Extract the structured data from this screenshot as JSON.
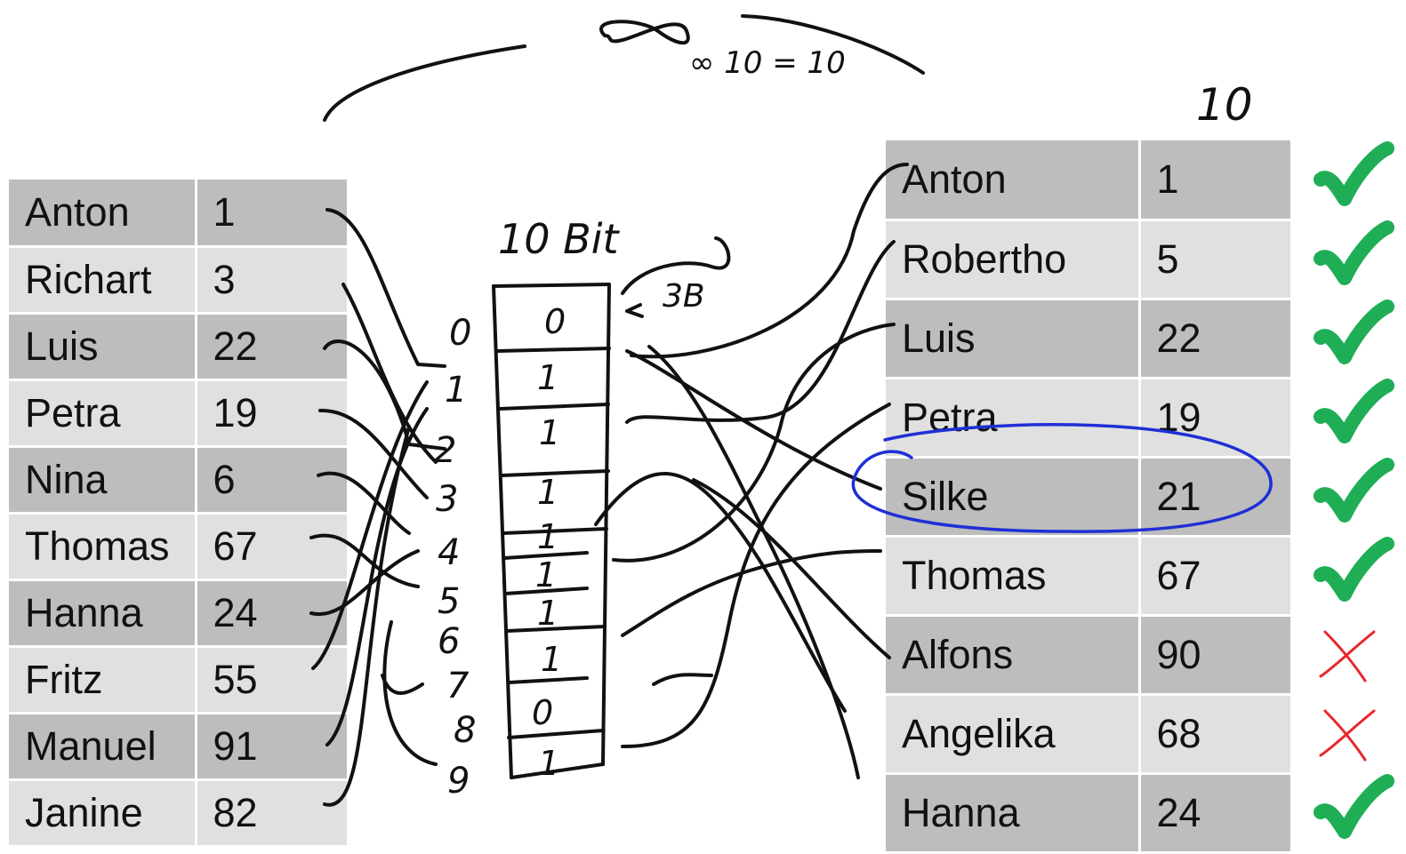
{
  "left_table": {
    "rows": [
      {
        "name": "Anton",
        "value": "1"
      },
      {
        "name": "Richart",
        "value": "3"
      },
      {
        "name": "Luis",
        "value": "22"
      },
      {
        "name": "Petra",
        "value": "19"
      },
      {
        "name": "Nina",
        "value": "6"
      },
      {
        "name": "Thomas",
        "value": "67"
      },
      {
        "name": "Hanna",
        "value": "24"
      },
      {
        "name": "Fritz",
        "value": "55"
      },
      {
        "name": "Manuel",
        "value": "91"
      },
      {
        "name": "Janine",
        "value": "82"
      }
    ]
  },
  "right_table": {
    "rows": [
      {
        "name": "Anton",
        "value": "1",
        "mark": "check"
      },
      {
        "name": "Robertho",
        "value": "5",
        "mark": "check"
      },
      {
        "name": "Luis",
        "value": "22",
        "mark": "check"
      },
      {
        "name": "Petra",
        "value": "19",
        "mark": "check"
      },
      {
        "name": "Silke",
        "value": "21",
        "mark": "check"
      },
      {
        "name": "Thomas",
        "value": "67",
        "mark": "check"
      },
      {
        "name": "Alfons",
        "value": "90",
        "mark": "cross"
      },
      {
        "name": "Angelika",
        "value": "68",
        "mark": "cross"
      },
      {
        "name": "Hanna",
        "value": "24",
        "mark": "check"
      }
    ]
  },
  "annotations": {
    "top_label": "∞ 10 = 10",
    "right_header": "10",
    "bitmap_title": "10 Bit",
    "bitmap_side_note": "3B"
  },
  "bitmap": {
    "indices": [
      "0",
      "1",
      "2",
      "3",
      "4",
      "5",
      "6",
      "7",
      "8",
      "9"
    ],
    "bits": [
      "0",
      "1",
      "1",
      "1",
      "1",
      "1",
      "1",
      "1",
      "0",
      "1"
    ]
  },
  "colors": {
    "check": "#1fae55",
    "cross": "#e8262a",
    "highlight_circle": "#1f2fd6",
    "ink": "#111111"
  }
}
